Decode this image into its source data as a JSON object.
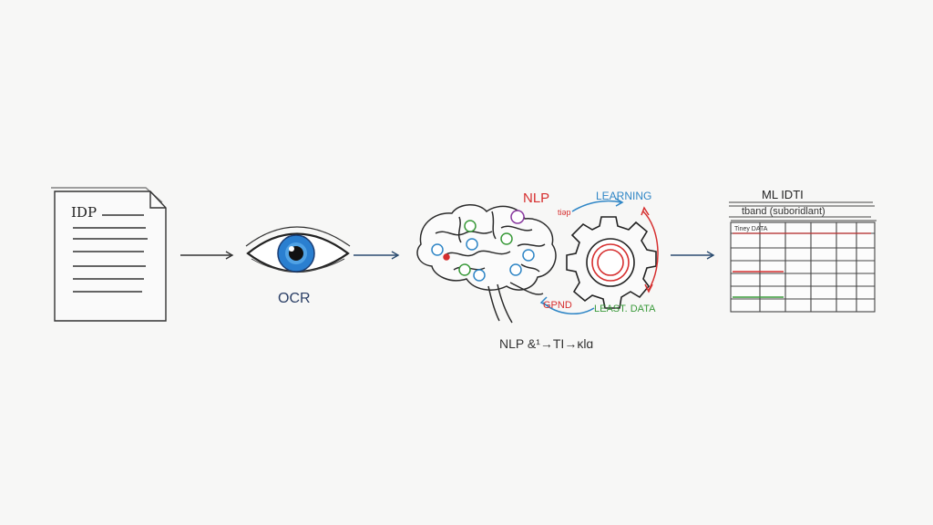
{
  "document": {
    "label": "IDP"
  },
  "eye": {
    "label": "OCR"
  },
  "brain": {
    "top_label": "NLP",
    "small_label": "tiəp",
    "caption": "NLP &¹→TI→κlɑ"
  },
  "gear": {
    "top_label": "LEARNING",
    "bottom_label": "LEAST. DATA",
    "left_label": "GPND"
  },
  "table": {
    "title": "ML IDTI",
    "subtitle": "tband (suboridlant)",
    "header": "Tiney DATA"
  },
  "colors": {
    "ink": "#2b2b2b",
    "red": "#d62f2f",
    "blue": "#2f86c6",
    "green": "#3a9a3a",
    "purple": "#8a3aa0",
    "iris": "#2a7fd0"
  }
}
